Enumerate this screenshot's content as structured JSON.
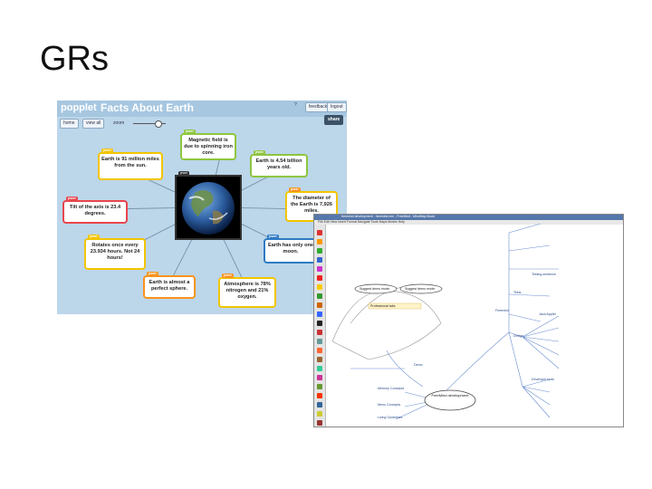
{
  "slide": {
    "title": "GRs"
  },
  "popplet": {
    "logo": "popplet",
    "title": "Facts About Earth",
    "toolbar": {
      "home": "home",
      "view_all": "view all",
      "zoom": "zoom",
      "feedback": "feedback",
      "logout": "logout",
      "share": "share",
      "help": "?"
    },
    "tag_label": "jewel",
    "center_label": "jewel",
    "nodes": {
      "magnetic": "Magnetic field is due to spinning iron core.",
      "miles": "Earth is 91 million miles from the sun.",
      "age": "Earth is 4.54 billion years old.",
      "diameter": "The diameter of the Earth is 7,926 miles.",
      "tilt": "Tilt of the axis is 23.4 degrees.",
      "moon": "Earth has only one moon.",
      "rotates": "Rotates once every 23.934 hours. Not 24 hours!",
      "sphere": "Earth is almost a perfect sphere.",
      "atmosphere": "Atmosphere is 78% nitrogen and 21% oxygen."
    },
    "colors": {
      "green": "#8ec63f",
      "orange": "#f7941d",
      "red": "#e8454c",
      "blue": "#2e7bc4",
      "yellow": "#f2c500"
    }
  },
  "freemind": {
    "window_title": "freemind development - freemind.mm - FreeMind - MindMap Mode",
    "menu": "File  Edit  View  Insert  Format  Navigate  Tools  Maps  Modes  Help",
    "nodes": {
      "central": "FreeMind development",
      "suggest1": "Suggest demo mode",
      "suggest2": "Suggest demo mode",
      "professional": "Professional tabs",
      "freemind_left": "Freemind",
      "testing": "Testing sentence",
      "tests": "Tests",
      "design": "Design",
      "developer": "Developer tools",
      "memory": "Memory Concepts",
      "menu_concepts": "Menu Concepts",
      "living": "Living Guidelines",
      "demo": "Demo",
      "java": "Java Applet"
    }
  }
}
